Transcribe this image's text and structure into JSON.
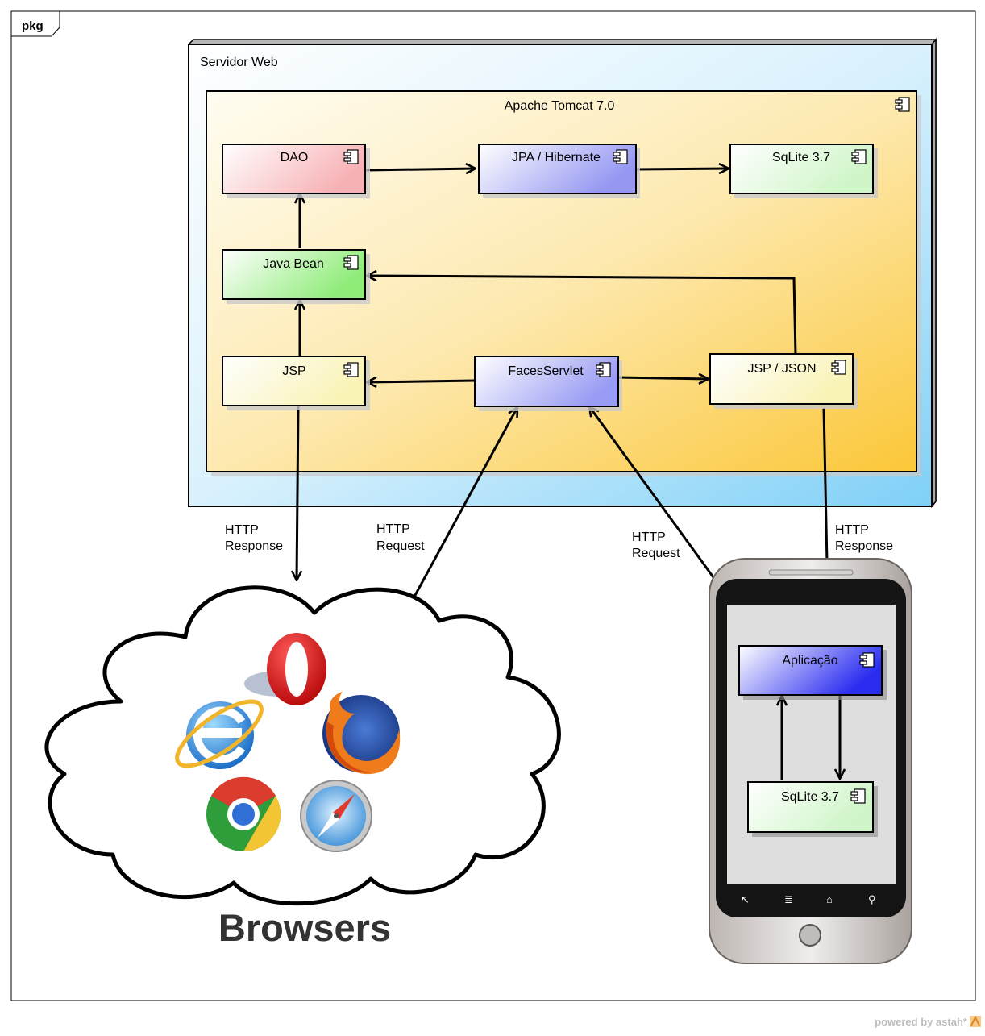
{
  "frame": {
    "tag": "pkg"
  },
  "server": {
    "title": "Servidor Web",
    "tomcat": {
      "title": "Apache Tomcat 7.0",
      "components": {
        "dao": "DAO",
        "jpa": "JPA / Hibernate",
        "sqlite": "SqLite 3.7",
        "javabean": "Java Bean",
        "jsp": "JSP",
        "faces": "FacesServlet",
        "jspjson": "JSP / JSON"
      }
    }
  },
  "edges": {
    "http_response_left": [
      "HTTP",
      "Response"
    ],
    "http_request_left": [
      "HTTP",
      "Request"
    ],
    "http_request_right": [
      "HTTP",
      "Request"
    ],
    "http_response_right": [
      "HTTP",
      "Response"
    ]
  },
  "browsers": {
    "label": "Browsers",
    "icons": [
      "opera-icon",
      "internet-explorer-icon",
      "firefox-icon",
      "chrome-icon",
      "safari-icon"
    ]
  },
  "phone": {
    "app": "Aplicação",
    "sqlite": "SqLite 3.7",
    "nav_icons": [
      "back-icon",
      "menu-icon",
      "home-icon",
      "search-icon"
    ]
  },
  "footer": {
    "powered": "powered by astah*"
  },
  "colors": {
    "dao": "#f7b8bb",
    "jpa": "#9a9cf2",
    "sqlite": "#d8f7d2",
    "javabean": "#99ef85",
    "jsp": "#fbf6c0",
    "faces": "#9fa2f5",
    "app": "#3a3cf2"
  }
}
